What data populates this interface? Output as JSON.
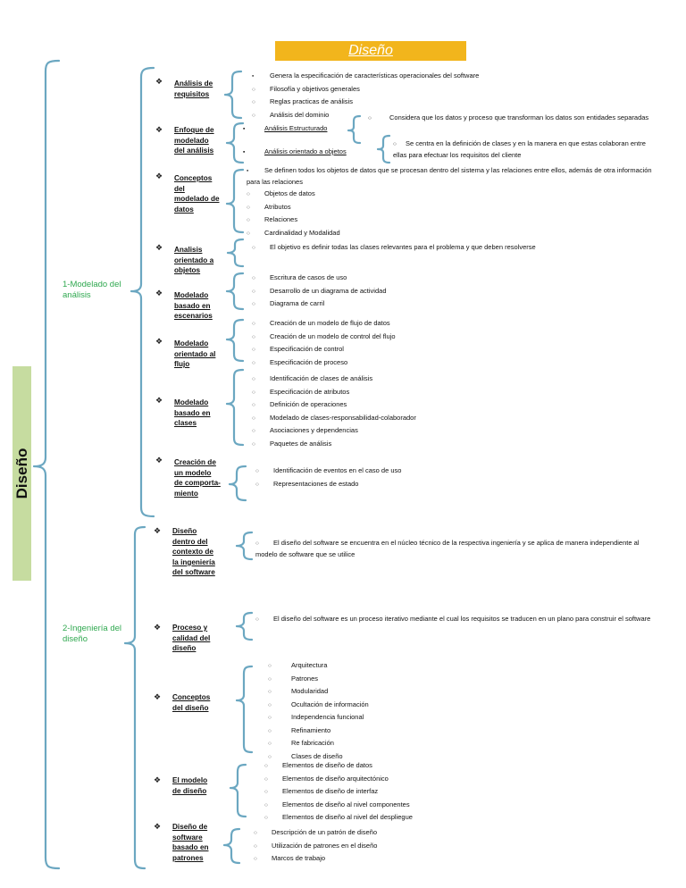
{
  "title": "Diseño",
  "side_label": "Diseño",
  "sections": [
    {
      "label": "1-Modelado del análisis",
      "categories": [
        {
          "title": "Análisis de requisitos",
          "items": [
            "Genera la especificación de características operacionales del software",
            "Filosofía y objetivos generales",
            "Reglas practicas de análisis",
            "Análisis del dominio"
          ]
        },
        {
          "title": "Enfoque de modelado del análisis",
          "subs": [
            {
              "label": "Análisis Estructurado",
              "text": "Considera que los datos y proceso que transforman los datos son entidades separadas"
            },
            {
              "label": "Análisis orientado a objetos",
              "text": "Se centra en la definición de clases y en la manera en que estas colaboran entre ellas para efectuar los requisitos del cliente"
            }
          ]
        },
        {
          "title": "Conceptos del modelado de datos",
          "items": [
            "Se definen todos los objetos de datos que se procesan dentro del sistema y las relaciones entre ellos, además de otra información para las relaciones",
            "Objetos de datos",
            "Atributos",
            "Relaciones",
            "Cardinalidad y Modalidad"
          ]
        },
        {
          "title": "Analisis orientado a objetos",
          "items": [
            "El objetivo es definir todas las clases relevantes para el problema y que deben resolverse"
          ]
        },
        {
          "title": "Modelado basado en escenarios",
          "items": [
            "Escritura de casos de uso",
            "Desarrollo de un diagrama de actividad",
            "Diagrama de carril"
          ]
        },
        {
          "title": "Modelado orientado al flujo",
          "items": [
            "Creación de un modelo de flujo de datos",
            "Creación de un modelo de control del flujo",
            "Especificación de control",
            "Especificación de proceso"
          ]
        },
        {
          "title": "Modelado basado en clases",
          "items": [
            "Identificación de clases de análisis",
            "Especificación de atributos",
            "Definición de operaciones",
            "Modelado de clases-responsabilidad-colaborador",
            "Asociaciones y dependencias",
            "Paquetes de análisis"
          ]
        },
        {
          "title": "Creación de un modelo de comporta-miento",
          "items": [
            "Identificación de eventos en el caso de uso",
            "Representaciones de estado"
          ]
        }
      ]
    },
    {
      "label": "2-Ingeniería del diseño",
      "categories": [
        {
          "title": "Diseño dentro del contexto de la ingeniería del software",
          "items": [
            "El diseño del software se encuentra en el núcleo técnico de la respectiva ingeniería y se aplica de manera independiente al modelo de software que se utilice"
          ]
        },
        {
          "title": "Proceso y calidad del diseño",
          "items": [
            "El diseño del software es un proceso iterativo mediante el cual los requisitos se traducen en un plano para construir el software"
          ]
        },
        {
          "title": "Conceptos del diseño",
          "items": [
            "Arquitectura",
            "Patrones",
            "Modularidad",
            "Ocultación de información",
            "Independencia funcional",
            "Refinamiento",
            "Re fabricación",
            "Clases de diseño"
          ]
        },
        {
          "title": "El modelo de diseño",
          "items": [
            "Elementos de diseño de datos",
            "Elementos de diseño arquitectónico",
            "Elementos de diseño de interfaz",
            "Elementos de diseño al nivel componentes",
            "Elementos de diseño al nivel del despliegue"
          ]
        },
        {
          "title": "Diseño de software basado en patrones",
          "items": [
            "Descripción de un patrón de diseño",
            "Utilización de patrones en el diseño",
            "Marcos de trabajo"
          ]
        }
      ]
    }
  ],
  "colors": {
    "banner": "#f2b51c",
    "side": "#c6dca0",
    "section_text": "#2fa84f",
    "brace": "#6ba7c1"
  }
}
